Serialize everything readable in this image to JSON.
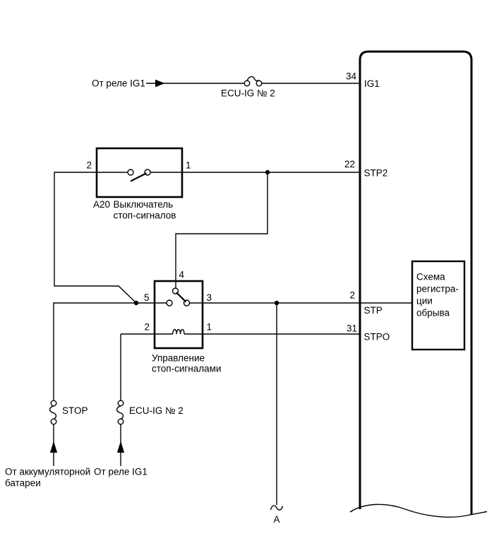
{
  "colors": {
    "line": "#000000",
    "background": "#ffffff"
  },
  "ig1_feed": {
    "source_label": "От реле IG1",
    "fuse_label": "ECU-IG № 2",
    "ecu_pin": "34",
    "ecu_terminal": "IG1"
  },
  "stop_switch": {
    "pin_2": "2",
    "pin_1": "1",
    "part_id": "A20",
    "name_line1": "Выключатель",
    "name_line2": "стоп-сигналов"
  },
  "stp2": {
    "ecu_pin": "22",
    "ecu_terminal": "STP2"
  },
  "relay": {
    "pin_4": "4",
    "pin_5": "5",
    "pin_3": "3",
    "pin_2": "2",
    "pin_1": "1",
    "name_line1": "Управление",
    "name_line2": "стоп-сигналами"
  },
  "stp": {
    "ecu_pin": "2",
    "ecu_terminal": "STP"
  },
  "stpo": {
    "ecu_pin": "31",
    "ecu_terminal": "STPO"
  },
  "detection_box": {
    "line1": "Схема",
    "line2": "регистра-",
    "line3": "ции",
    "line4": "обрыва"
  },
  "feeds": {
    "stop_fuse_label": "STOP",
    "ecu_ig_fuse_label": "ECU-IG № 2",
    "battery_line1": "От аккумуляторной",
    "battery_line2": "батареи",
    "ig1_relay_label": "От реле IG1"
  },
  "connector": {
    "break_label": "A"
  }
}
